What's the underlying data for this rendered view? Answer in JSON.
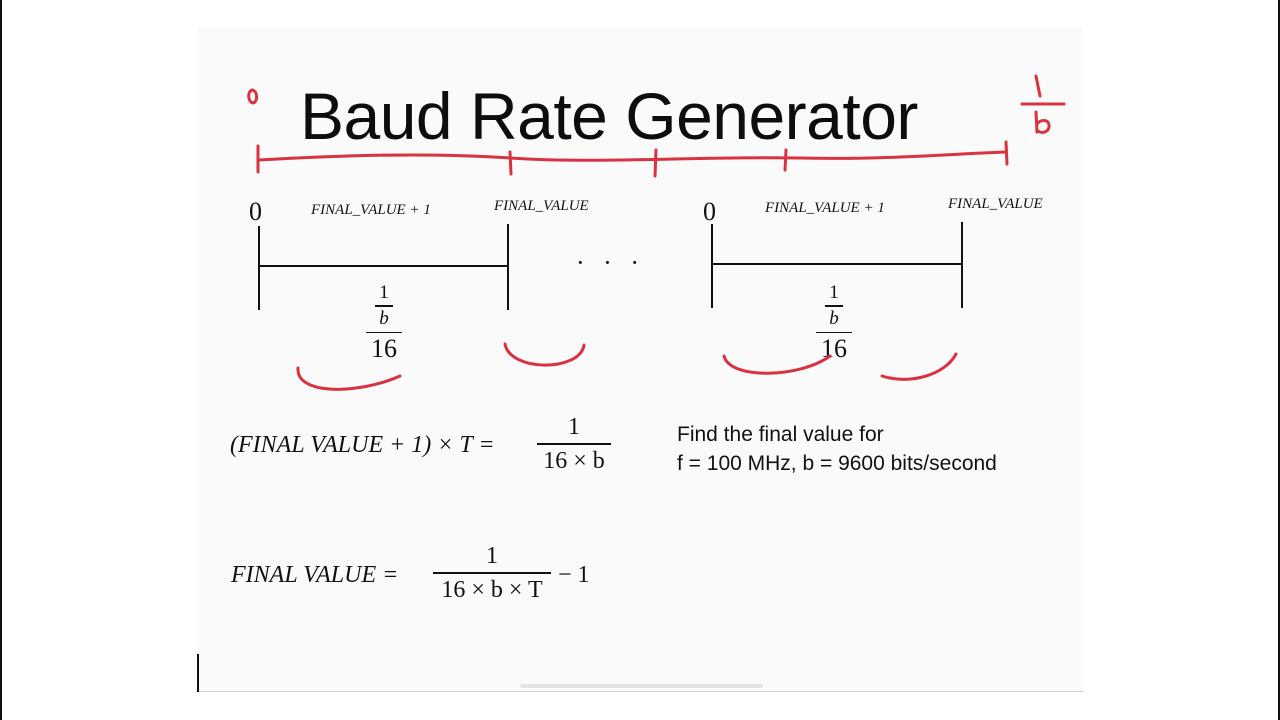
{
  "title": "Baud Rate Generator",
  "timeline": {
    "left": {
      "zero": "0",
      "span_label": "FINAL_VALUE + 1",
      "end_label": "FINAL_VALUE",
      "frac_outer_den": "16",
      "frac_inner_num": "1",
      "frac_inner_den": "b"
    },
    "ellipsis": "· · ·",
    "right": {
      "zero": "0",
      "span_label": "FINAL_VALUE + 1",
      "end_label": "FINAL_VALUE",
      "frac_outer_den": "16",
      "frac_inner_num": "1",
      "frac_inner_den": "b"
    }
  },
  "equation1": {
    "lhs": "(FINAL VALUE + 1) × T =",
    "num": "1",
    "den": "16 × b"
  },
  "equation2": {
    "lhs": "FINAL VALUE =",
    "num": "1",
    "den": "16 × b × T",
    "rhs": "− 1"
  },
  "question": {
    "line1": "Find the final value for",
    "line2": "f = 100 MHz, b = 9600 bits/second"
  },
  "annotations": {
    "ink_color": "#d93240",
    "zero": "0",
    "frac_num": "1",
    "frac_den": "b"
  }
}
